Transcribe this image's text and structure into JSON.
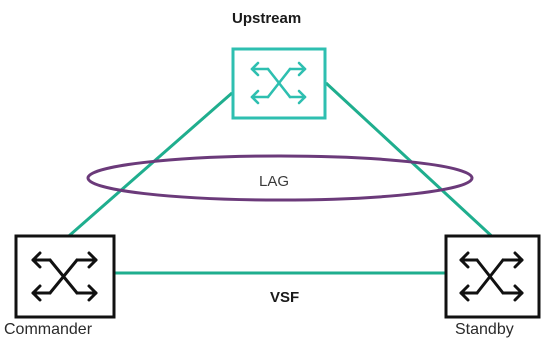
{
  "nodes": {
    "upstream": {
      "label": "Upstream",
      "color": "#2ebfb0"
    },
    "commander": {
      "label": "Commander",
      "color": "#111111"
    },
    "standby": {
      "label": "Standby",
      "color": "#111111"
    }
  },
  "links": {
    "uplink_color": "#1fae8e",
    "vsf_label": "VSF"
  },
  "lag": {
    "label": "LAG",
    "color": "#6b3a7a"
  }
}
